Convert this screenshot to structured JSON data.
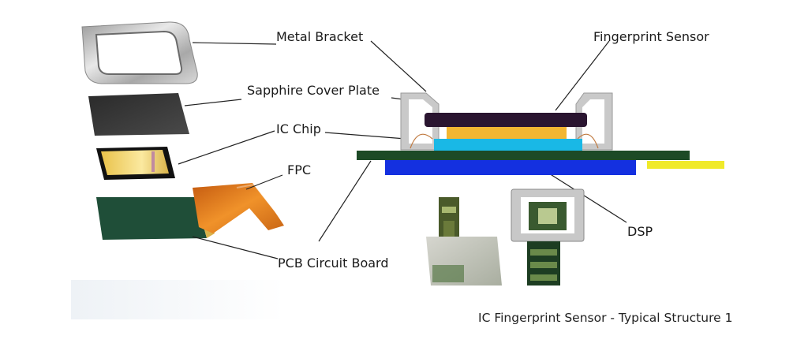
{
  "labels": {
    "metal_bracket": "Metal Bracket",
    "fingerprint_sensor": "Fingerprint Sensor",
    "sapphire_cover_plate": "Sapphire Cover Plate",
    "ic_chip": "IC Chip",
    "fpc": "FPC",
    "dsp": "DSP",
    "pcb_circuit_board": "PCB Circuit Board"
  },
  "caption": "IC Fingerprint Sensor - Typical Structure 1",
  "colors": {
    "sensor_dark": "#2a1530",
    "layer_orange": "#f2b632",
    "layer_cyan": "#19b8e6",
    "pcb_green": "#1d4a26",
    "dsp_blue": "#1430e0",
    "flex_yellow": "#f0ea2a",
    "fpc_orange": "#e0781a",
    "bracket_grey": "#c9c9c9"
  }
}
